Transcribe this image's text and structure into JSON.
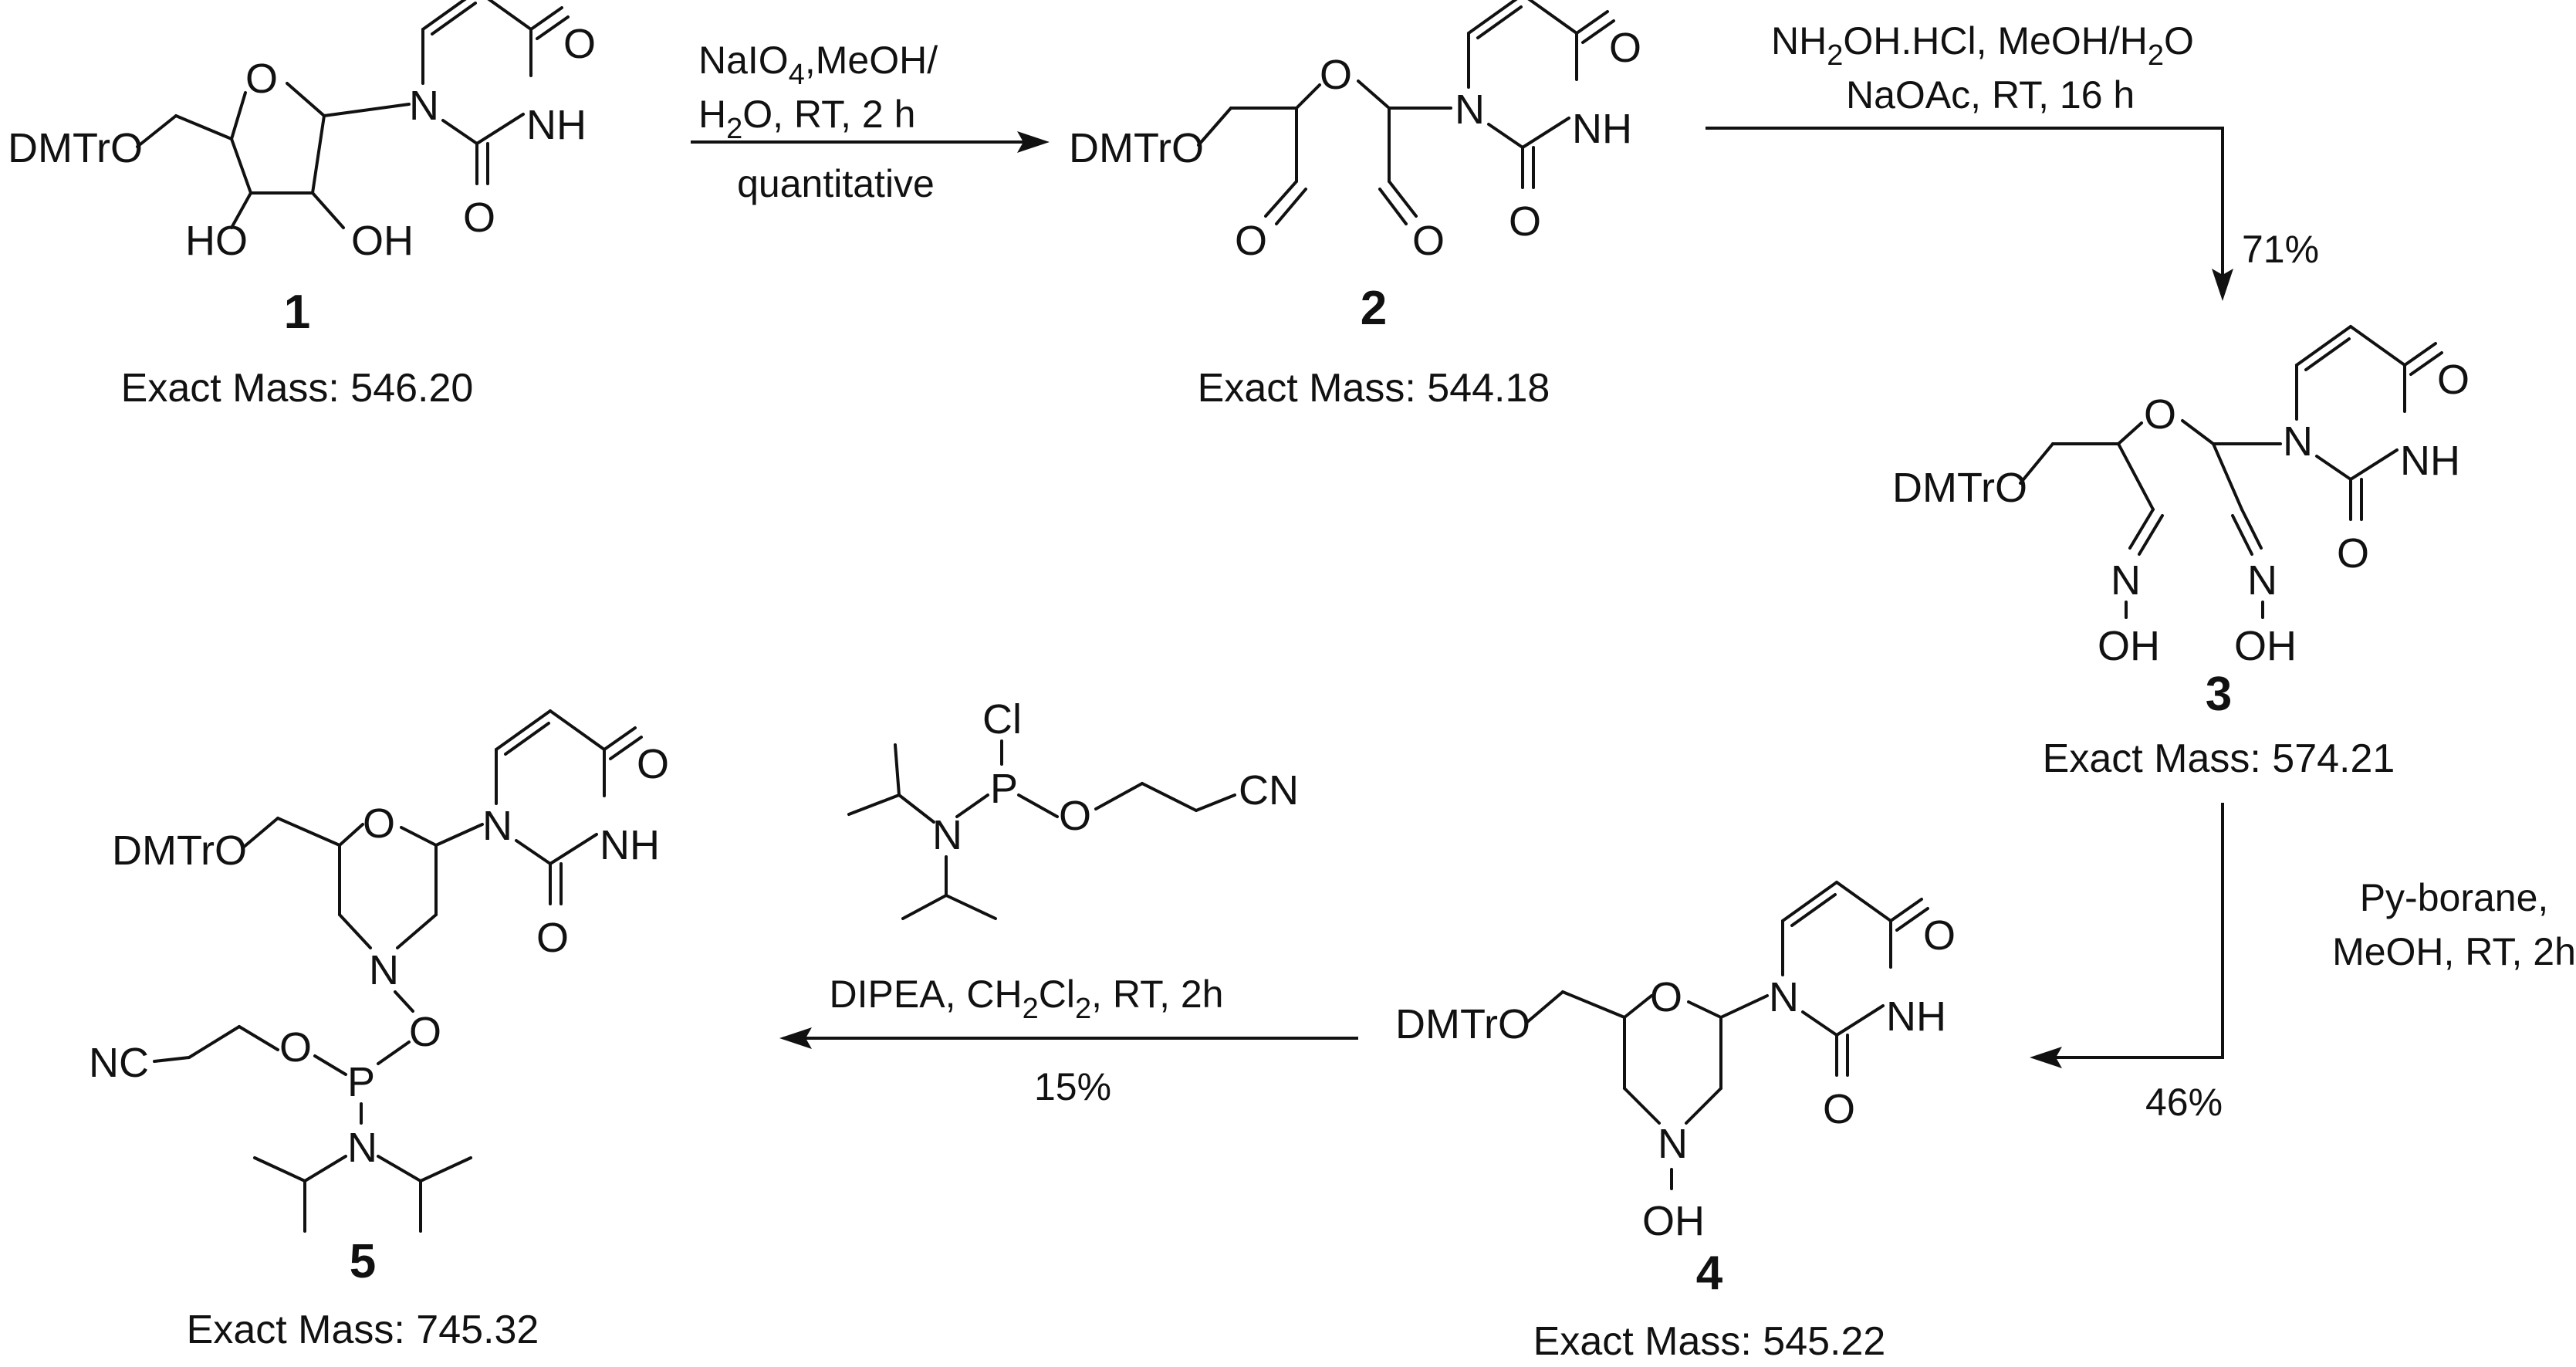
{
  "labels": {
    "dmtr": "DMTrO",
    "o": "O",
    "n": "N",
    "nh": "NH",
    "ho": "HO",
    "oh": "OH",
    "p": "P",
    "cl": "Cl",
    "cn": "CN",
    "nc": "NC"
  },
  "compounds": [
    {
      "id": "1",
      "mass": "Exact Mass: 546.20"
    },
    {
      "id": "2",
      "mass": "Exact Mass: 544.18"
    },
    {
      "id": "3",
      "mass": "Exact Mass: 574.21"
    },
    {
      "id": "4",
      "mass": "Exact Mass: 545.22"
    },
    {
      "id": "5",
      "mass": "Exact Mass: 745.32"
    }
  ],
  "steps": [
    {
      "line1": "NaIO",
      "line1_sub": "4",
      "line1_end": ",MeOH/",
      "line2": "H",
      "line2_sub": "2",
      "line2_end": "O, RT, 2 h",
      "below": "quantitative"
    },
    {
      "line1": "NH",
      "line1_sub": "2",
      "line1_end": "OH.HCl, MeOH/H",
      "line1_sub2": "2",
      "line1_end2": "O",
      "line2": "NaOAc, RT, 16 h",
      "below": "71%"
    },
    {
      "line1": "Py-borane,",
      "line2": "MeOH, RT, 2h",
      "below": "46%"
    },
    {
      "line1": "DIPEA, CH",
      "line1_sub": "2",
      "line1_mid": "Cl",
      "line1_sub2": "2",
      "line1_end": ", RT, 2h",
      "below": "15%"
    }
  ]
}
